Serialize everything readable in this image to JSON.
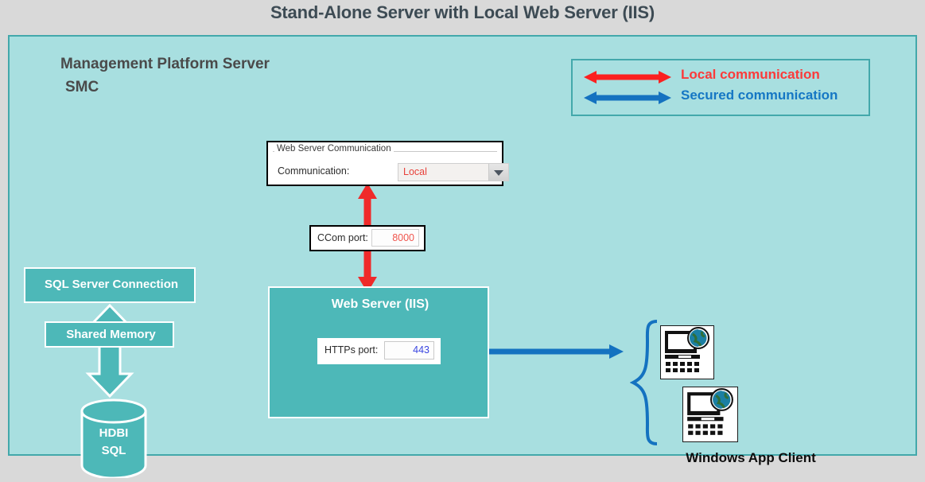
{
  "header": {
    "title": "Stand-Alone Server with Local Web Server (IIS)"
  },
  "panel": {
    "server_title": "Management Platform Server",
    "server_subtitle": "SMC"
  },
  "legend": {
    "items": [
      {
        "label": "Local communication",
        "color": "#fb3a3a",
        "arrow": "double-headed-arrow-red"
      },
      {
        "label": "Secured communication",
        "color": "#1577c4",
        "arrow": "double-headed-arrow-blue"
      }
    ]
  },
  "web_server_communication": {
    "group_title": "Web Server Communication",
    "field_label": "Communication:",
    "selected_value": "Local",
    "value_color": "#e8413a"
  },
  "ccom": {
    "label": "CCom port:",
    "value": "8000",
    "value_color": "#f0564e"
  },
  "iis": {
    "title": "Web Server (IIS)",
    "https_label": "HTTPs port:",
    "https_value": "443",
    "https_value_color": "#3a46e0"
  },
  "database": {
    "connection_label": "SQL Server Connection",
    "transport_label": "Shared Memory",
    "cylinder_line1": "HDBI",
    "cylinder_line2": "SQL"
  },
  "clients": {
    "label": "Windows App Client",
    "icon_name": "computer-globe-icon",
    "count": 2
  },
  "colors": {
    "page_background": "#d9d9d9",
    "panel_background": "#a8dfe0",
    "panel_border": "#43a8ab",
    "box_fill": "#4db8b8",
    "local_red": "#fb3a3a",
    "secured_blue": "#1577c4"
  }
}
